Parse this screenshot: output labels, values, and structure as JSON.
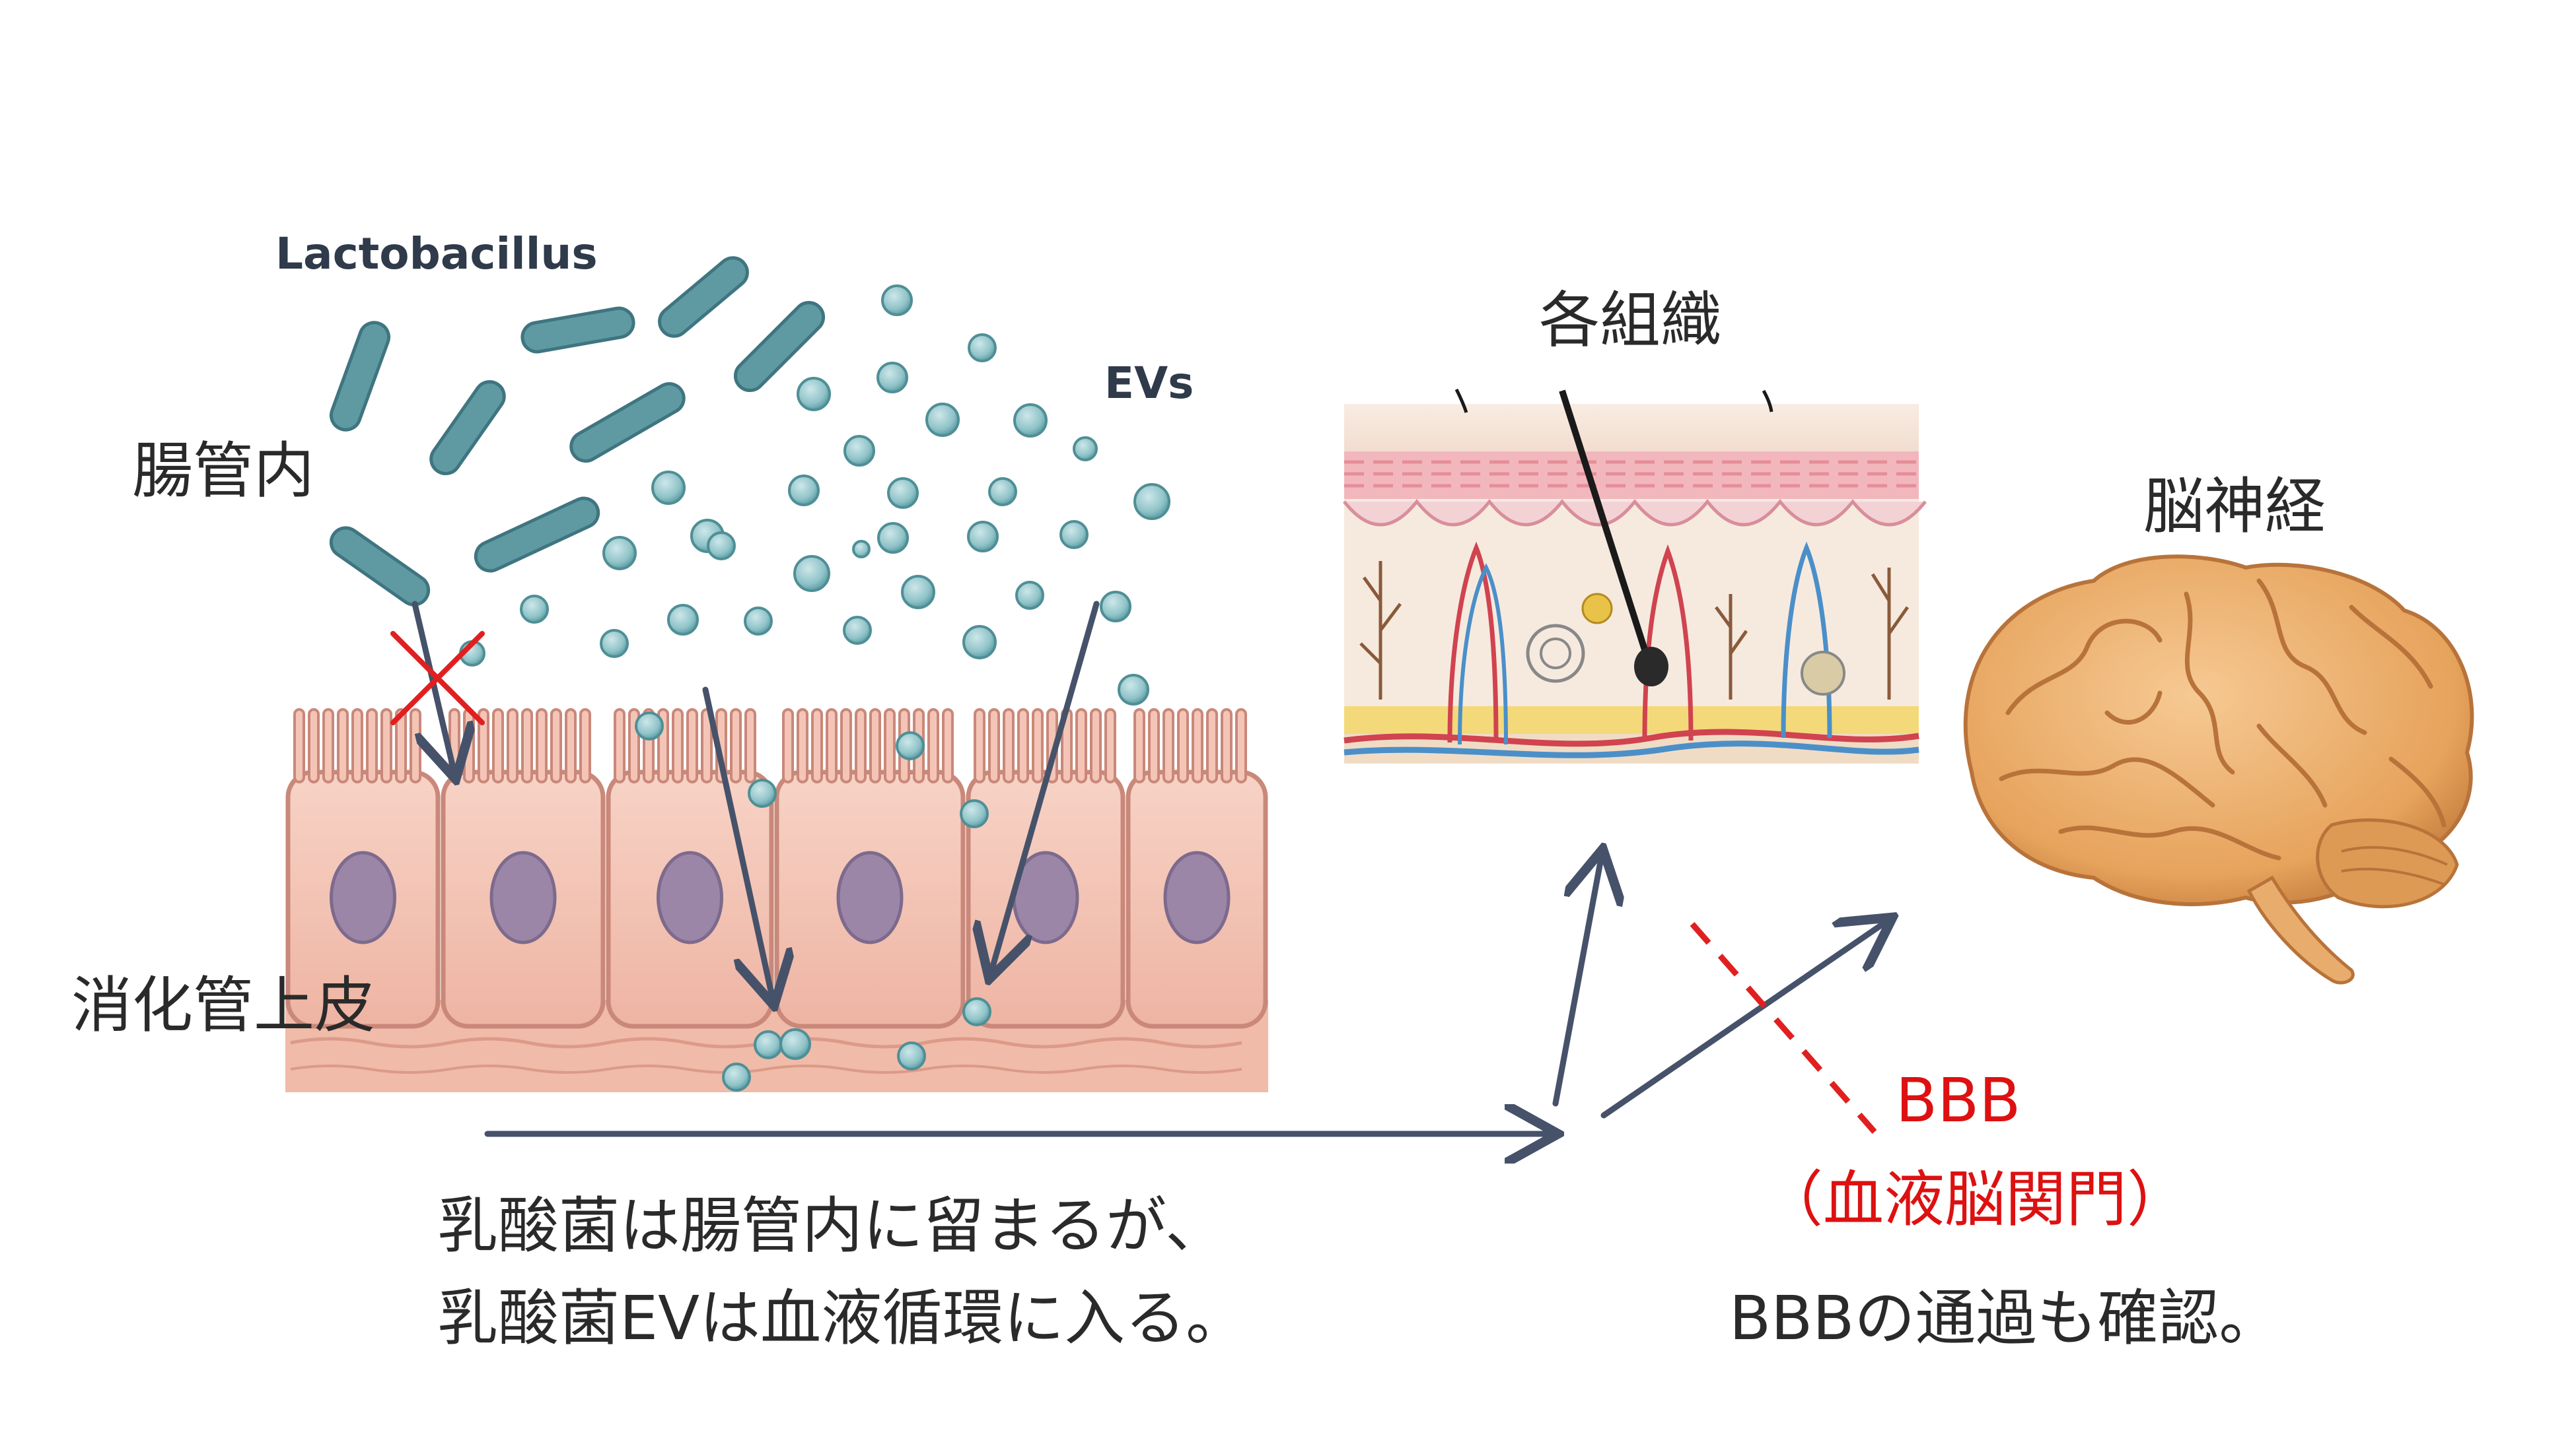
{
  "labels": {
    "lactobacillus": "Lactobacillus",
    "evs": "EVs",
    "gut_lumen": "腸管内",
    "epithelium": "消化管上皮",
    "tissues": "各組織",
    "brain_nerve": "脳神経",
    "bbb": "BBB",
    "bbb_full": "（血液脳関門）"
  },
  "captions": {
    "left_line1": "乳酸菌は腸管内に留まるが、",
    "left_line2": "乳酸菌EVは血液循環に入る。",
    "right": "BBBの通過も確認。"
  },
  "colors": {
    "arrow": "#46526a",
    "blocked_mark": "#e02020",
    "bacteria": "#5f9aa2",
    "ev": "#8fc3c8",
    "cell": "#f4c5b6",
    "nucleus": "#9c86a8",
    "brain": "#e8a862"
  },
  "icons": {
    "blocked": "cross-mark-icon",
    "bbb_barrier": "dashed-barrier-line"
  }
}
